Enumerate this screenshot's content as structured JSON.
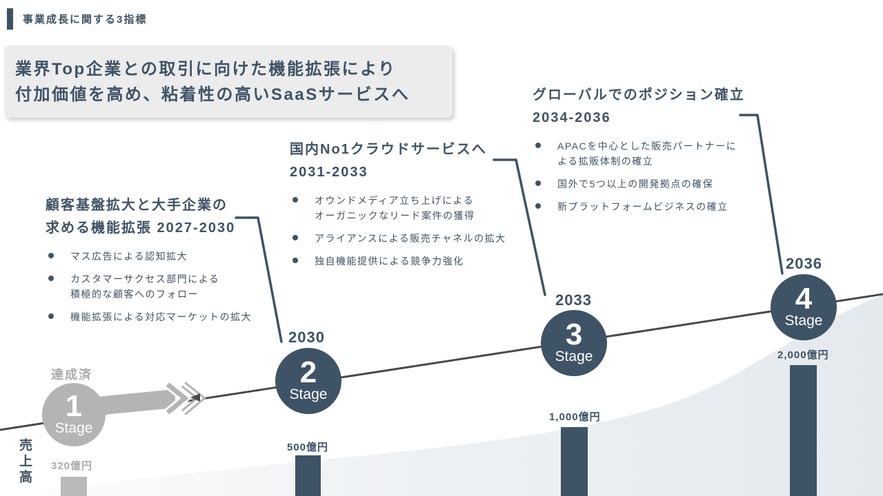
{
  "header": {
    "title": "事業成長に関する3指標"
  },
  "highlight_box": {
    "line1": "業界Top企業との取引に向けた機能拡張により",
    "line2": "付加価値を高め、粘着性の高いSaaSサービスへ"
  },
  "milestones": [
    {
      "title_line1": "顧客基盤拡大と大手企業の",
      "title_line2": "求める機能拡張 2027-2030",
      "bullets": [
        "マス広告による認知拡大",
        "カスタマーサクセス部門による\n積極的な顧客へのフォロー",
        "機能拡張による対応マーケットの拡大"
      ]
    },
    {
      "title_line1": "国内No1クラウドサービスへ",
      "title_line2": "2031-2033",
      "bullets": [
        "オウンドメディア立ち上げによる\nオーガニックなリード案件の獲得",
        "アライアンスによる販売チャネルの拡大",
        "独自機能提供による競争力強化"
      ]
    },
    {
      "title_line1": "グローバルでのポジション確立",
      "title_line2": "2034-2036",
      "bullets": [
        "APACを中心とした販売パートナーに\nよる拡販体制の確立",
        "国外で5つ以上の開発拠点の確保",
        "新プラットフォームビジネスの確立"
      ]
    }
  ],
  "stages": [
    {
      "number": "1",
      "word": "Stage",
      "status": "達成済",
      "revenue": "320億円"
    },
    {
      "number": "2",
      "word": "Stage",
      "year": "2030",
      "revenue": "500億円"
    },
    {
      "number": "3",
      "word": "Stage",
      "year": "2033",
      "revenue": "1,000億円"
    },
    {
      "number": "4",
      "word": "Stage",
      "year": "2036",
      "revenue": "2,000億円"
    }
  ],
  "axis": {
    "y_label": "売上高"
  },
  "colors": {
    "navy": "#3e5366",
    "gray": "#b3b4b6",
    "gray_text": "#a9abad",
    "box_bg": "#ececed",
    "trend_line": "#47494d",
    "curve_fill_right": "#e5eaee"
  },
  "chart_data": {
    "type": "bar",
    "title": "事業成長ロードマップ（売上高）",
    "categories": [
      "Stage 1（達成済）",
      "Stage 2（2030）",
      "Stage 3（2033）",
      "Stage 4（2036）"
    ],
    "values": [
      320,
      500,
      1000,
      2000
    ],
    "unit": "億円",
    "ylabel": "売上高",
    "annotations": [
      "達成済"
    ]
  }
}
